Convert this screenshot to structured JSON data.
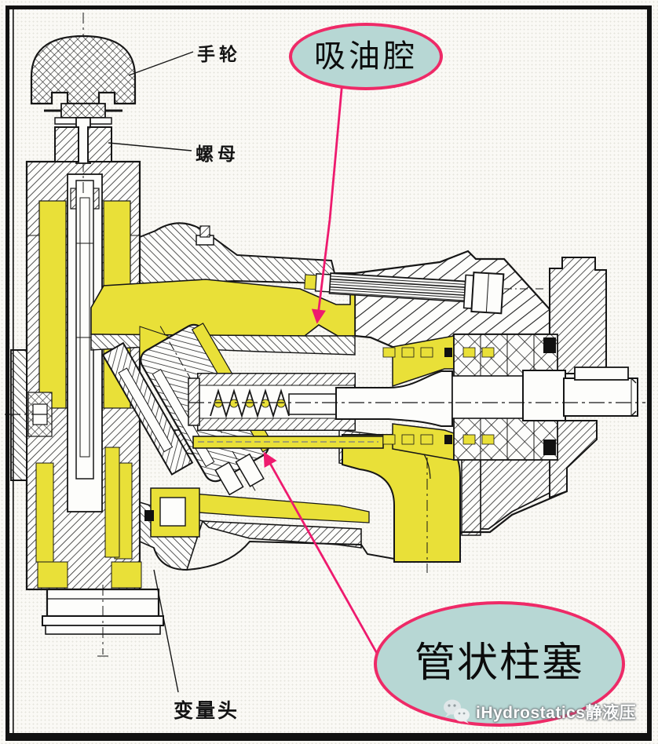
{
  "diagram": {
    "type": "hydraulic-axial-piston-pump-cross-section",
    "callouts": {
      "suction_chamber": "吸油腔",
      "tubular_plunger": "管状柱塞"
    },
    "part_labels": {
      "handwheel": "手轮",
      "nut": "螺母",
      "variable_head": "变量头"
    },
    "watermark": {
      "brand": "iHydrostatics静液压",
      "icon": "wechat-icon"
    },
    "colors": {
      "oil_passage_yellow": "#e9e038",
      "callout_fill": "#b7d7d4",
      "callout_stroke": "#ee2a67",
      "arrow_magenta": "#ee1a6e",
      "ink": "#161616",
      "paper": "#faf9f5"
    }
  }
}
